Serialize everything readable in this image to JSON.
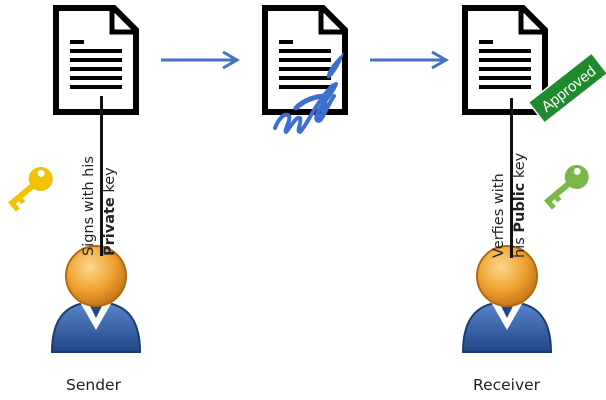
{
  "sign_step": {
    "line1_prefix": "Signs with his",
    "line2_bold": "Private",
    "line2_suffix": " key"
  },
  "verify_step": {
    "line1_prefix": "Verfies with",
    "line2_prefix": "his ",
    "line2_bold": "Public",
    "line2_suffix": " key"
  },
  "badge": {
    "text": "Approved",
    "color": "#1f8a2e"
  },
  "sender": {
    "label": "Sender"
  },
  "receiver": {
    "label": "Receiver"
  },
  "colors": {
    "arrow": "#4472c4",
    "private_key": "#f2c200",
    "public_key": "#7ab648",
    "signature": "#3d6fd1",
    "person_head": "#f0a330",
    "person_body": "#2f5ea8"
  },
  "icons": [
    "document-icon",
    "signed-document-icon",
    "approved-document-icon",
    "arrow-right-icon",
    "key-icon",
    "person-icon",
    "signature-icon"
  ]
}
